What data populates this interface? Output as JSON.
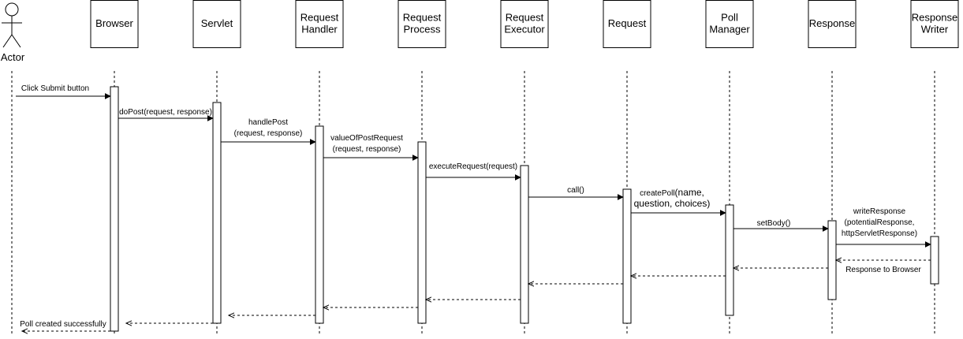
{
  "participants": [
    {
      "id": "actor",
      "label": [
        "Actor"
      ],
      "kind": "actor"
    },
    {
      "id": "browser",
      "label": [
        "Browser"
      ],
      "kind": "box"
    },
    {
      "id": "servlet",
      "label": [
        "Servlet"
      ],
      "kind": "box"
    },
    {
      "id": "request-handler",
      "label": [
        "Request",
        "Handler"
      ],
      "kind": "box"
    },
    {
      "id": "request-process",
      "label": [
        "Request",
        "Process"
      ],
      "kind": "box"
    },
    {
      "id": "request-executor",
      "label": [
        "Request",
        "Executor"
      ],
      "kind": "box"
    },
    {
      "id": "request",
      "label": [
        "Request"
      ],
      "kind": "box"
    },
    {
      "id": "poll-manager",
      "label": [
        "Poll",
        "Manager"
      ],
      "kind": "box"
    },
    {
      "id": "response",
      "label": [
        "Response"
      ],
      "kind": "box"
    },
    {
      "id": "response-writer",
      "label": [
        "Response",
        "Writer"
      ],
      "kind": "box"
    }
  ],
  "messages": [
    {
      "label": [
        "Click Submit button"
      ],
      "style": "sync"
    },
    {
      "label": [
        "doPost(request, response)"
      ],
      "style": "sync"
    },
    {
      "label": [
        "handlePost",
        "(request, response)"
      ],
      "style": "sync"
    },
    {
      "label": [
        "valueOfPostRequest",
        "(request, response)"
      ],
      "style": "sync"
    },
    {
      "label": [
        "executeRequest(request)"
      ],
      "style": "sync"
    },
    {
      "label": [
        "call()"
      ],
      "style": "sync"
    },
    {
      "label": [
        "createPoll(name,",
        "question, choices)"
      ],
      "style": "sync"
    },
    {
      "label": [
        "setBody()"
      ],
      "style": "sync"
    },
    {
      "label": [
        "writeResponse",
        "(potentialResponse,",
        "httpServletResponse)"
      ],
      "style": "sync"
    },
    {
      "label": [
        "Response to Browser"
      ],
      "style": "return"
    },
    {
      "label": [],
      "style": "return"
    },
    {
      "label": [],
      "style": "return"
    },
    {
      "label": [],
      "style": "return"
    },
    {
      "label": [],
      "style": "return"
    },
    {
      "label": [],
      "style": "return"
    },
    {
      "label": [],
      "style": "return"
    },
    {
      "label": [
        "Poll created successfully"
      ],
      "style": "return"
    }
  ]
}
